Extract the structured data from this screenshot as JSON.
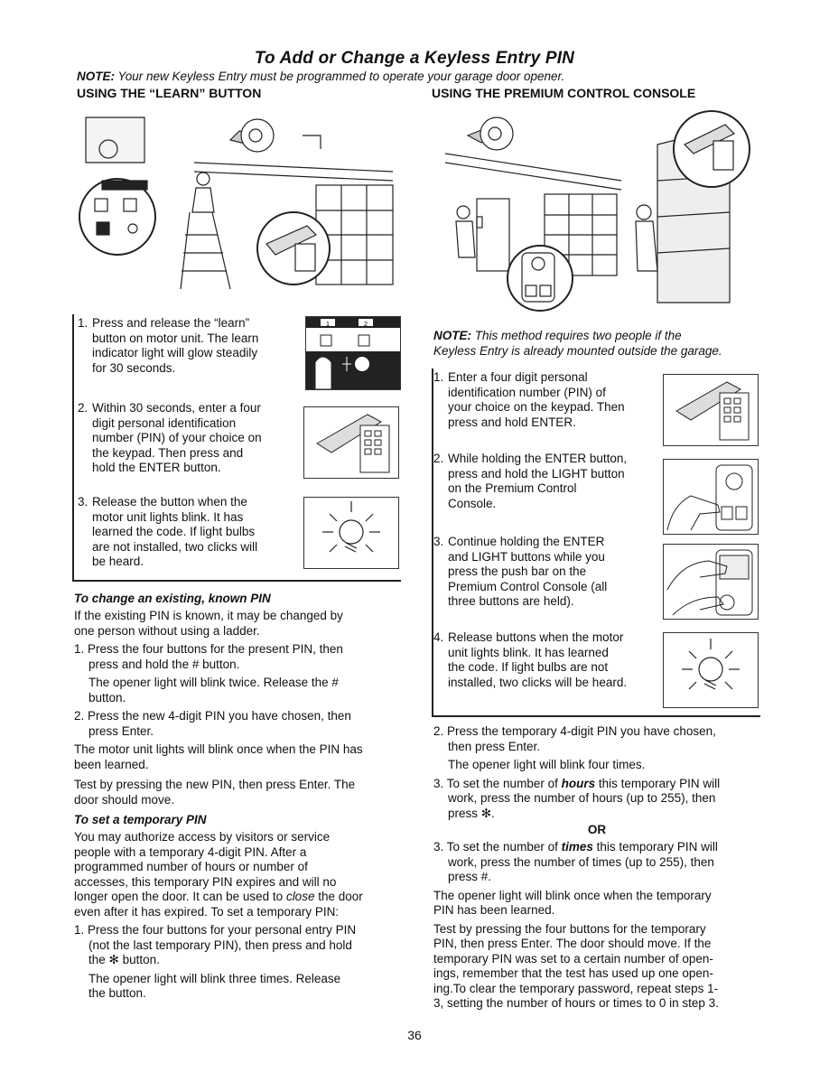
{
  "title": "To Add or Change a Keyless Entry PIN",
  "note_top": {
    "label": "NOTE:",
    "text": " Your new Keyless Entry must be programmed to operate your garage door opener."
  },
  "left_heading": "USING THE “LEARN” BUTTON",
  "right_heading": "USING THE PREMIUM CONTROL CONSOLE",
  "left_steps": [
    {
      "num": "1.",
      "lines": [
        "Press and release the “learn”",
        "button on motor unit. The learn",
        "indicator light will glow steadily",
        "for 30 seconds."
      ]
    },
    {
      "num": "2.",
      "lines": [
        "Within 30 seconds, enter a four",
        "digit personal identification",
        "number (PIN) of your choice on",
        "the keypad. Then press and",
        "hold the ENTER button."
      ]
    },
    {
      "num": "3.",
      "lines": [
        "Release the button when the",
        "motor unit lights blink. It has",
        "learned the code. If light bulbs",
        "are not installed, two clicks will",
        "be heard."
      ]
    }
  ],
  "learn_panel_labels": [
    "1",
    "2"
  ],
  "change_pin": {
    "heading": "To change an existing, known PIN",
    "intro": [
      "If the existing PIN is known, it may be changed by",
      "one person without using a ladder."
    ],
    "item1": [
      "1. Press the four buttons for the present PIN, then",
      "press and hold the # button."
    ],
    "item1b": [
      "The opener light will blink twice. Release the #",
      "button."
    ],
    "item2": [
      "2. Press the new 4-digit PIN you have chosen, then",
      "press Enter."
    ],
    "p1": [
      "The motor unit lights will blink once when the PIN has",
      "been learned."
    ],
    "p2": [
      "Test by pressing the new PIN, then press Enter. The",
      "door should move."
    ]
  },
  "temp_pin": {
    "heading": "To set a temporary PIN",
    "intro": [
      "You may authorize access by visitors or service",
      "people with a temporary 4-digit PIN. After a",
      "programmed number of hours or number of",
      "accesses, this temporary PIN expires and will no"
    ],
    "intro_last_a": "longer open the door. It can be used to ",
    "intro_last_em": "close",
    "intro_last_b": " the door",
    "intro_tail": [
      "even after it has expired. To set a temporary PIN:"
    ],
    "item1": [
      "1. Press the four buttons for your personal entry PIN",
      "(not the last temporary PIN), then press and hold",
      "the ✻ button."
    ],
    "item1b": [
      "The opener light will blink three times. Release",
      "the button."
    ]
  },
  "right_note": {
    "label": "NOTE:",
    "lines": [
      " This method requires two people if the",
      "Keyless Entry is already mounted outside the garage."
    ]
  },
  "right_steps": [
    {
      "num": "1.",
      "lines": [
        "Enter a four digit personal",
        "identification number (PIN) of",
        "your choice on the keypad. Then",
        "press and hold ENTER."
      ]
    },
    {
      "num": "2.",
      "lines": [
        "While holding the ENTER button,",
        "press and hold the LIGHT button",
        "on the Premium Control",
        "Console."
      ]
    },
    {
      "num": "3.",
      "lines": [
        "Continue holding the ENTER",
        "and  LIGHT buttons while you",
        "press the push bar on the",
        "Premium Control Console (all",
        "three buttons are held)."
      ]
    },
    {
      "num": "4.",
      "lines": [
        "Release buttons when the motor",
        "unit lights blink. It has learned",
        "the code. If light bulbs are not",
        "installed, two clicks will be heard."
      ]
    }
  ],
  "right_text": {
    "item2": [
      "2. Press the temporary 4-digit PIN you have chosen,",
      "then press Enter."
    ],
    "item2b": "The opener light will blink four times.",
    "item3a_pre": "3. To set the number of ",
    "item3a_em": "hours",
    "item3a_post": " this temporary PIN will",
    "item3a_rest": [
      "work, press the number of hours (up to 255), then",
      "press ✻."
    ],
    "or": "OR",
    "item3b_pre": "3. To set the number of ",
    "item3b_em": "times",
    "item3b_post": " this temporary PIN will",
    "item3b_rest": [
      "work, press the number of times (up to 255), then",
      "press #."
    ],
    "p1": [
      "The opener light will blink once when the temporary",
      "PIN has been learned."
    ],
    "p2": [
      "Test by pressing the four buttons for the temporary",
      "PIN, then press Enter. The door should move. If the",
      "temporary PIN was set to a certain number of open-",
      "ings, remember that the test has used up one open-",
      "ing.To clear the temporary password, repeat steps 1-",
      "3, setting the number of hours or times to 0 in step 3."
    ]
  },
  "page_number": "36"
}
